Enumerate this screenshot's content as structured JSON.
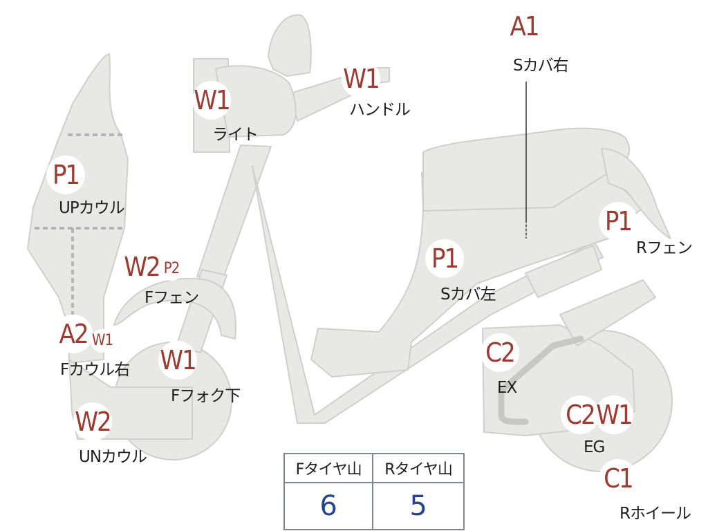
{
  "parts": [
    {
      "name": "light",
      "codes": [
        "W1"
      ],
      "label": "ライト"
    },
    {
      "name": "handle",
      "codes": [
        "W1"
      ],
      "label": "ハンドル"
    },
    {
      "name": "seat-cover-right",
      "codes": [
        "A1"
      ],
      "label": "Sカバ右"
    },
    {
      "name": "upper-cowl",
      "codes": [
        "P1"
      ],
      "label": "UPカウル"
    },
    {
      "name": "front-fender",
      "codes": [
        "W2",
        "P2"
      ],
      "label": "Fフェン"
    },
    {
      "name": "seat-cover-left",
      "codes": [
        "P1"
      ],
      "label": "Sカバ左"
    },
    {
      "name": "rear-fender",
      "codes": [
        "P1"
      ],
      "label": "Rフェン"
    },
    {
      "name": "front-cowl-right",
      "codes": [
        "A2",
        "W1"
      ],
      "label": "Fカウル右"
    },
    {
      "name": "front-fork-lower",
      "codes": [
        "W1"
      ],
      "label": "Fフォク下"
    },
    {
      "name": "exhaust",
      "codes": [
        "C2"
      ],
      "label": "EX"
    },
    {
      "name": "under-cowl",
      "codes": [
        "W2"
      ],
      "label": "UNカウル"
    },
    {
      "name": "engine",
      "codes": [
        "C2",
        "W1"
      ],
      "label": "EG"
    },
    {
      "name": "rear-wheel",
      "codes": [
        "C1"
      ],
      "label": "Rホイール"
    }
  ],
  "tread_depth": {
    "headers": [
      "Fタイヤ山",
      "Rタイヤ山"
    ],
    "values": [
      "6",
      "5"
    ]
  },
  "colors": {
    "body_fill": "#e8e8e5",
    "outline": "#c9c9c6",
    "code_text": "#9c3b32",
    "value_text": "#23448e",
    "table_border": "#7d8591"
  }
}
